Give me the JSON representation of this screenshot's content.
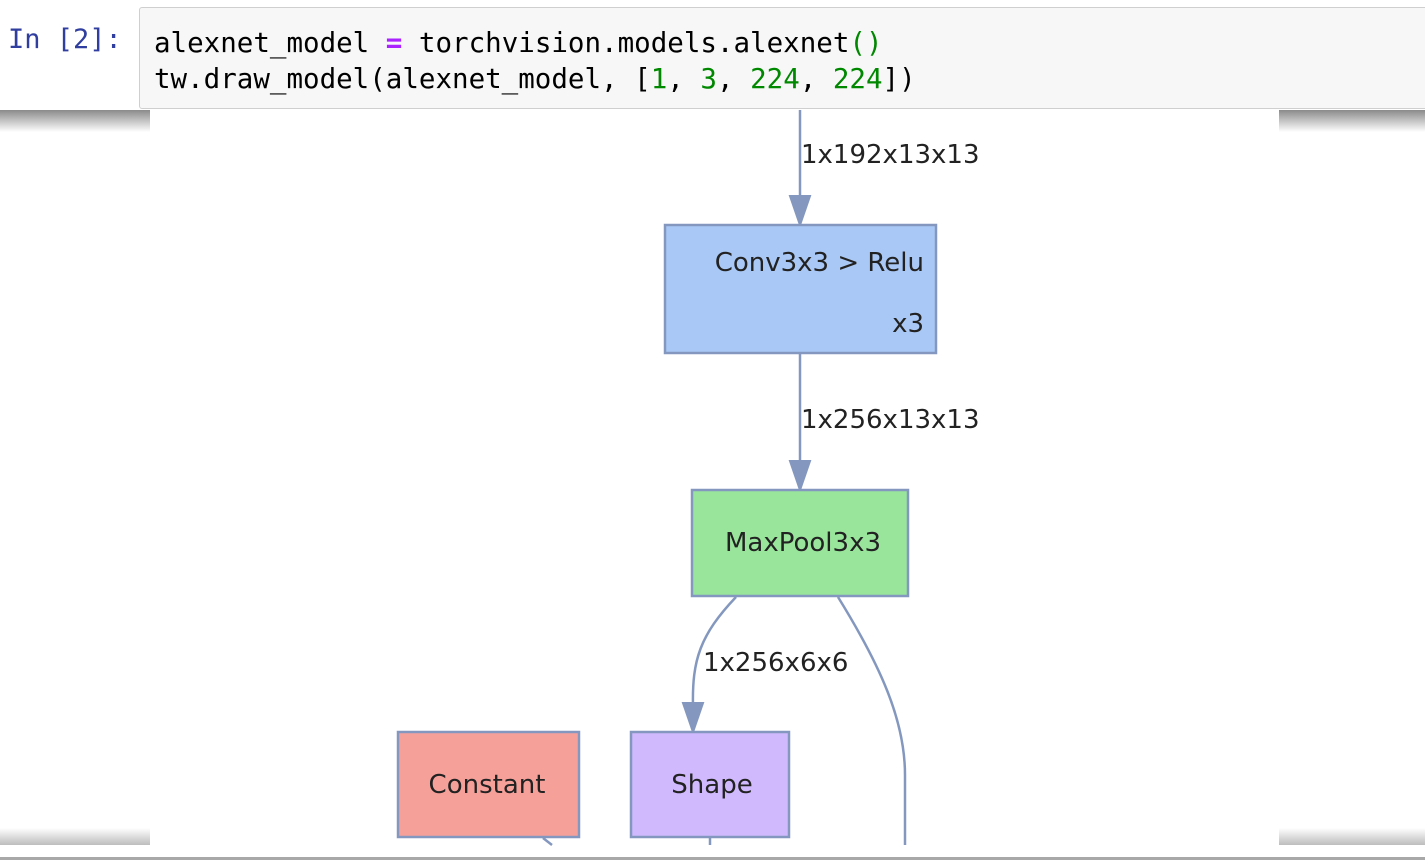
{
  "cell": {
    "prompt": "In [2]:",
    "line1": {
      "var": "alexnet_model",
      "op": "=",
      "call": "torchvision.models.alexnet",
      "paren": "()"
    },
    "line2": {
      "prefix": "tw.draw_model(alexnet_model, [",
      "n1": "1",
      "sep1": ", ",
      "n2": "3",
      "sep2": ", ",
      "n3": "224",
      "sep3": ", ",
      "n4": "224",
      "suffix": "])"
    }
  },
  "diagram": {
    "edge_labels": [
      "1x192x13x13",
      "1x256x13x13",
      "1x256x6x6"
    ],
    "nodes": [
      {
        "label": "Conv3x3 > Relu",
        "sublabel": "x3",
        "color": "#a9c8f5"
      },
      {
        "label": "MaxPool3x3",
        "color": "#98e59b"
      },
      {
        "label": "Constant",
        "color": "#f6a09a"
      },
      {
        "label": "Shape",
        "color": "#d0b9fd"
      }
    ],
    "edge_color": "#8498bf"
  }
}
